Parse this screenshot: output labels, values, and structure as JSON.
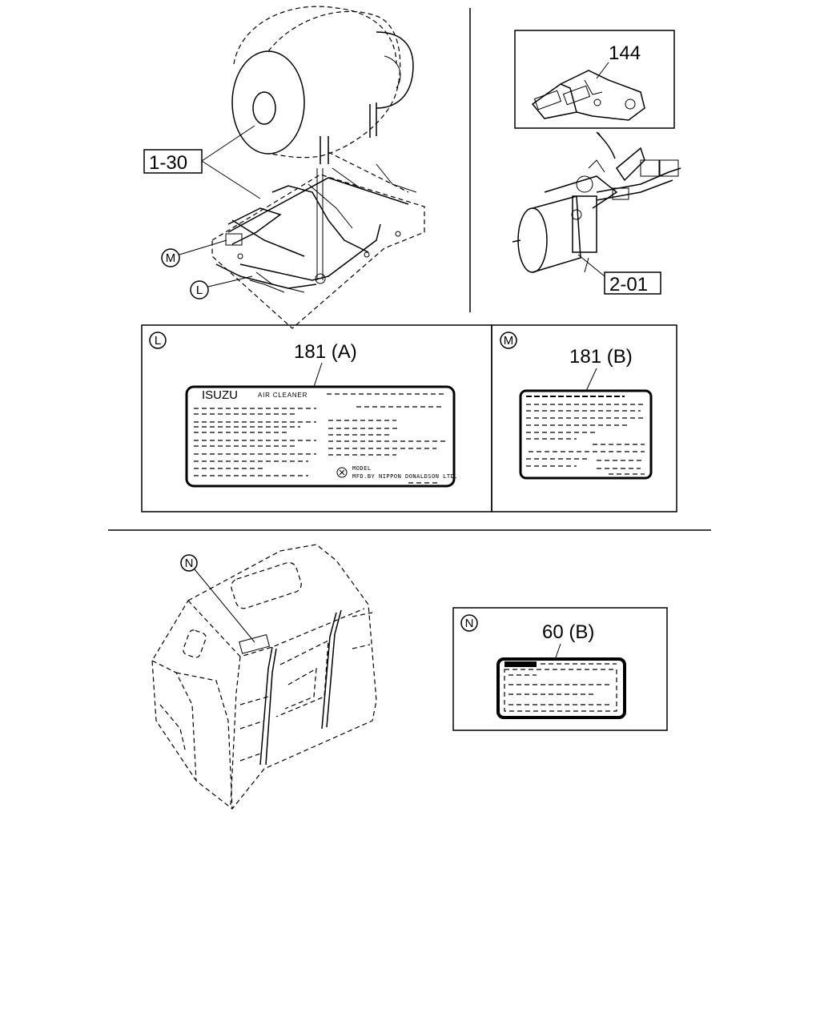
{
  "callouts": {
    "air_cleaner_ref": "1-30",
    "bracket_part": "144",
    "cylinder_ref": "2-01",
    "label_a_part": "181 (A)",
    "label_b_part": "181 (B)",
    "label_n_part": "60 (B)"
  },
  "markers": {
    "m": "M",
    "l": "L",
    "n": "N"
  },
  "label_a": {
    "brand": "ISUZU",
    "product": "AIR CLEANER",
    "model": "MODEL",
    "maker": "MFD.BY NIPPON DONALDSON LTD."
  }
}
